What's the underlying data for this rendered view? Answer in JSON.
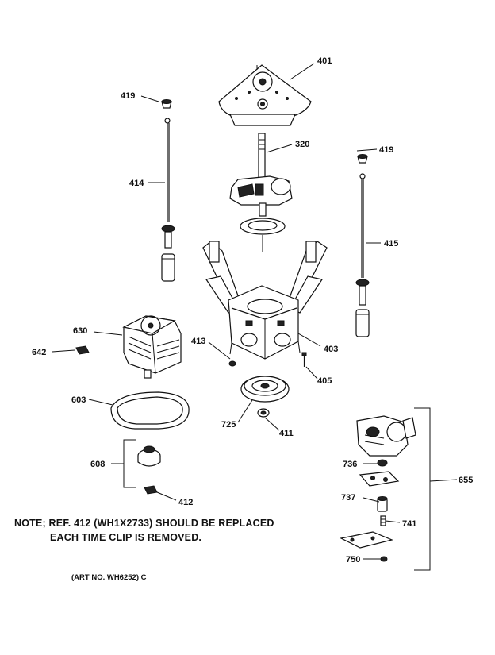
{
  "parts": {
    "p401": "401",
    "p419a": "419",
    "p419b": "419",
    "p320": "320",
    "p414": "414",
    "p415": "415",
    "p630": "630",
    "p642": "642",
    "p413": "413",
    "p403": "403",
    "p405": "405",
    "p603": "603",
    "p725": "725",
    "p411": "411",
    "p608": "608",
    "p412": "412",
    "p655": "655",
    "p736": "736",
    "p737": "737",
    "p741": "741",
    "p750": "750"
  },
  "note": {
    "line1": "NOTE; REF. 412 (WH1X2733) SHOULD BE REPLACED",
    "line2": "EACH TIME CLIP IS REMOVED."
  },
  "art_number": "(ART NO. WH6252) C"
}
